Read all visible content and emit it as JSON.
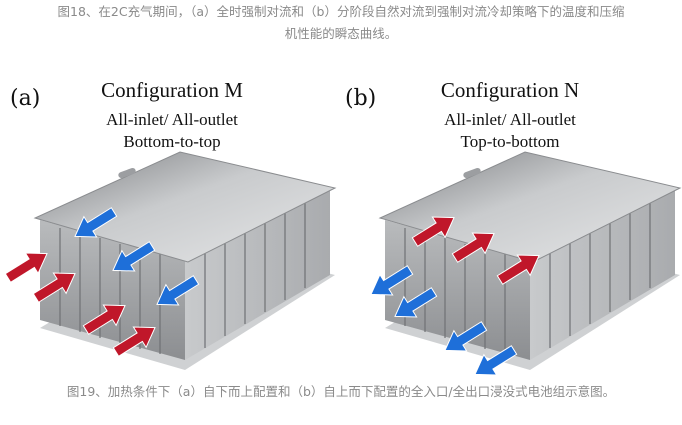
{
  "captions": {
    "top_line1": "图18、在2C充气期间，（a）全时强制对流和（b）分阶段自然对流到强制对流冷却策略下的温度和压缩",
    "top_line2": "机性能的瞬态曲线。",
    "bottom": "图19、加热条件下（a）自下而上配置和（b）自上而下配置的全入口/全出口浸没式电池组示意图。"
  },
  "panels": [
    {
      "label": "(a)",
      "title": "Configuration M",
      "line1": "All-inlet/ All-outlet",
      "line2": "Bottom-to-top",
      "inlet_color": "#c0172a",
      "outlet_color": "#1e6fd9"
    },
    {
      "label": "(b)",
      "title": "Configuration N",
      "line1": "All-inlet/ All-outlet",
      "line2": "Top-to-bottom",
      "inlet_color": "#c0172a",
      "outlet_color": "#1e6fd9"
    }
  ]
}
